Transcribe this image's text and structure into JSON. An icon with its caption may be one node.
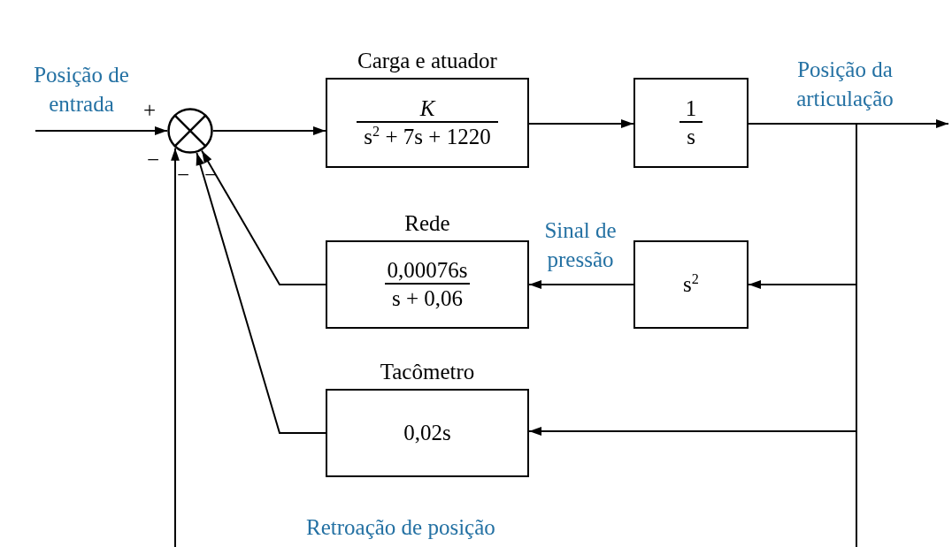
{
  "diagram": {
    "nodes": [
      {
        "text": [],
        "shape": "circle"
      },
      {
        "text": [
          "Carga e atuador",
          "K",
          "s$^{2}$ + 7s + 1220"
        ]
      },
      {
        "text": [
          "1",
          "s"
        ]
      },
      {
        "text": [
          "Rede",
          "0,00076s",
          "s + 0,06"
        ]
      },
      {
        "text": [
          "s$^{2}$"
        ]
      },
      {
        "text": [
          "Tacômetro",
          "0,02s"
        ]
      }
    ],
    "edges": [
      {
        "from": null,
        "to": 0,
        "arrow": "to",
        "label": "Posição de entrada"
      },
      {
        "from": 0,
        "to": 1,
        "arrow": "to"
      },
      {
        "from": 1,
        "to": 2,
        "arrow": "to"
      },
      {
        "from": 2,
        "to": null,
        "arrow": "to",
        "label": "Posição da articulação"
      },
      {
        "from": 2,
        "to": 4,
        "arrow": "to"
      },
      {
        "from": 2,
        "to": 5,
        "arrow": "to"
      },
      {
        "from": 4,
        "to": 3,
        "arrow": "to",
        "label": "Sinal de pressão"
      },
      {
        "from": 3,
        "to": 0,
        "arrow": "to"
      },
      {
        "from": 5,
        "to": 0,
        "arrow": "to"
      },
      {
        "from": 2,
        "to": null,
        "arrow": "none"
      },
      {
        "from": null,
        "to": 0,
        "arrow": "to"
      }
    ],
    "labels": [
      "+",
      "−",
      "−",
      "−",
      "Retroação de posição"
    ]
  }
}
